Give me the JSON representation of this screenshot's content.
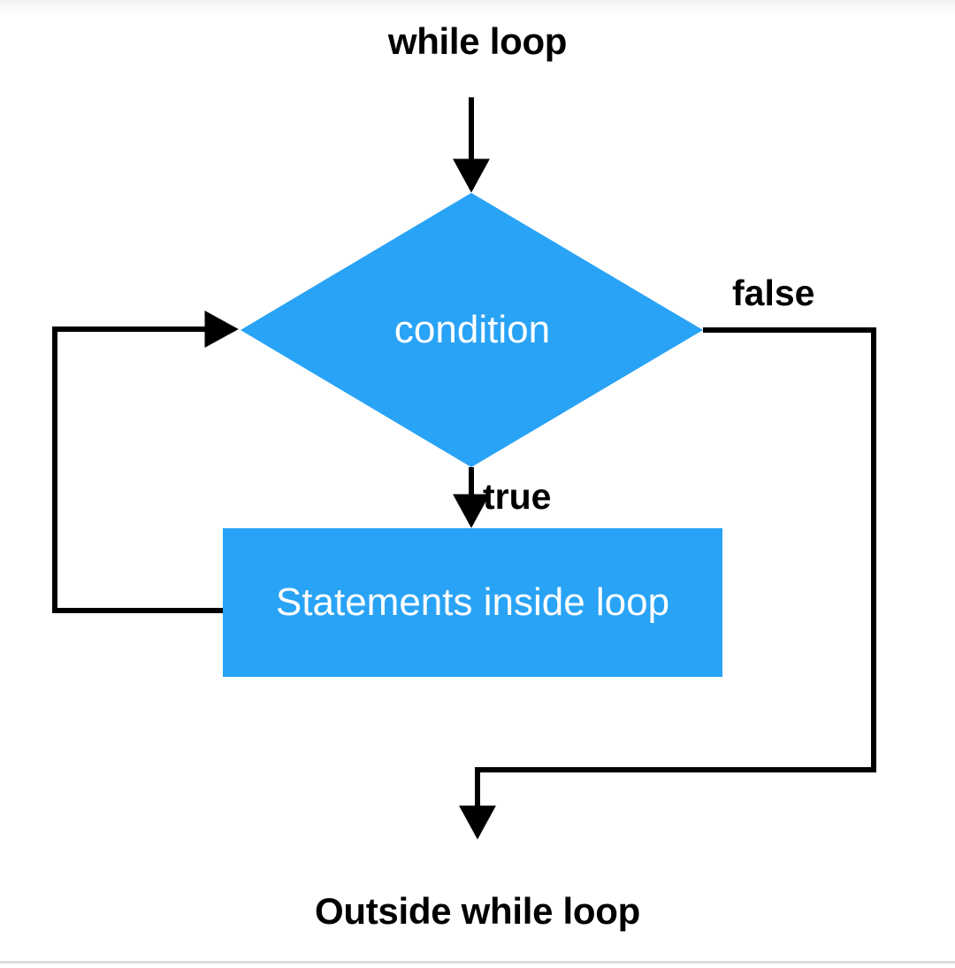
{
  "diagram": {
    "title": "while loop",
    "type": "flowchart",
    "colors": {
      "node_fill": "#29a3f5",
      "node_text": "#ffffff",
      "stroke": "#000000",
      "label_text": "#000000",
      "background": "#ffffff",
      "bottom_rule": "#dcdcdc"
    },
    "nodes": [
      {
        "id": "start",
        "shape": "text",
        "label": "while loop"
      },
      {
        "id": "condition",
        "shape": "diamond",
        "label": "condition"
      },
      {
        "id": "body",
        "shape": "rectangle",
        "label": "Statements inside loop"
      },
      {
        "id": "end",
        "shape": "text",
        "label": "Outside while loop"
      }
    ],
    "edges": [
      {
        "id": "start-to-condition",
        "from": "start",
        "to": "condition",
        "label": ""
      },
      {
        "id": "condition-false",
        "from": "condition",
        "to": "end",
        "label": "false"
      },
      {
        "id": "condition-true",
        "from": "condition",
        "to": "body",
        "label": "true"
      },
      {
        "id": "body-loopback",
        "from": "body",
        "to": "condition",
        "label": ""
      }
    ],
    "edge_labels": {
      "false": "false",
      "true": "true"
    }
  }
}
